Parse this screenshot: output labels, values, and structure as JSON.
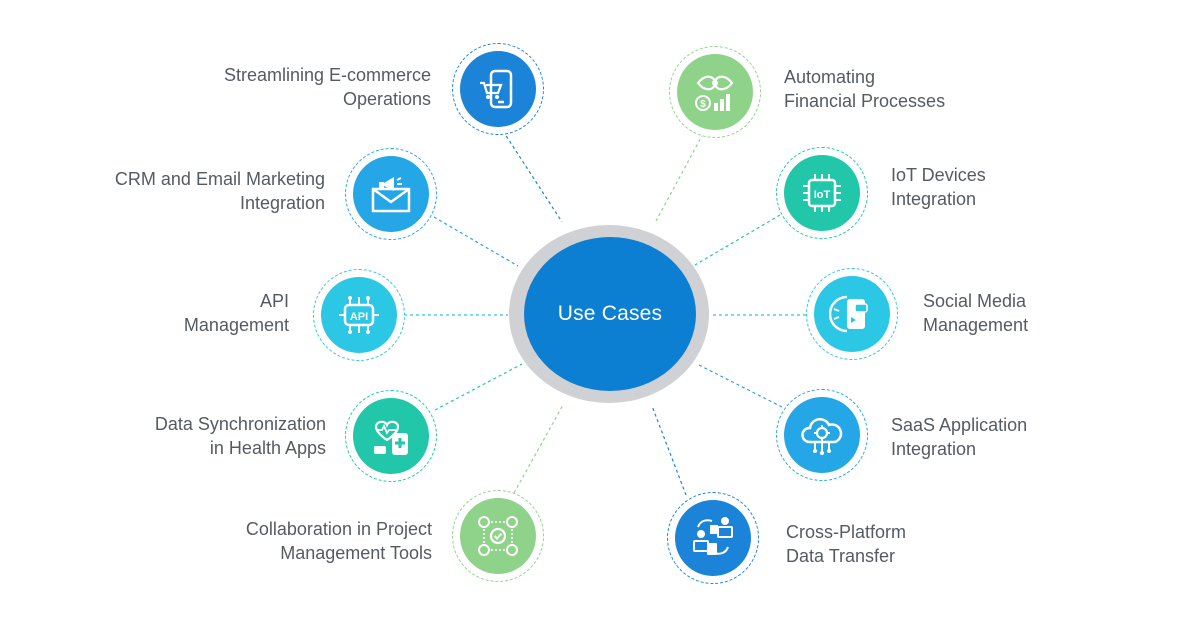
{
  "center": {
    "label": "Use Cases",
    "color": "#0d7fd3"
  },
  "left_items": [
    {
      "line1": "Streamlining E-commerce",
      "line2": "Operations",
      "icon": "mobile-cart-icon",
      "color": "#1b84d9"
    },
    {
      "line1": "CRM and Email Marketing",
      "line2": "Integration",
      "icon": "email-megaphone-icon",
      "color": "#25a6e6"
    },
    {
      "line1": "API",
      "line2": "Management",
      "icon": "api-chip-icon",
      "color": "#2cc7e5"
    },
    {
      "line1": "Data Synchronization",
      "line2": "in Health Apps",
      "icon": "health-app-icon",
      "color": "#22c7a9"
    },
    {
      "line1": "Collaboration in Project",
      "line2": "Management Tools",
      "icon": "team-collaboration-icon",
      "color": "#8fd38a"
    }
  ],
  "right_items": [
    {
      "line1": "Automating",
      "line2": "Financial Processes",
      "icon": "finance-growth-icon",
      "color": "#8fd38a"
    },
    {
      "line1": "IoT Devices",
      "line2": "Integration",
      "icon": "iot-chip-icon",
      "color": "#22c7a9"
    },
    {
      "line1": "Social Media",
      "line2": "Management",
      "icon": "social-media-icon",
      "color": "#2cc7e5"
    },
    {
      "line1": "SaaS Application",
      "line2": "Integration",
      "icon": "cloud-gear-icon",
      "color": "#25a6e6"
    },
    {
      "line1": "Cross-Platform",
      "line2": "Data Transfer",
      "icon": "data-transfer-icon",
      "color": "#1b84d9"
    }
  ]
}
